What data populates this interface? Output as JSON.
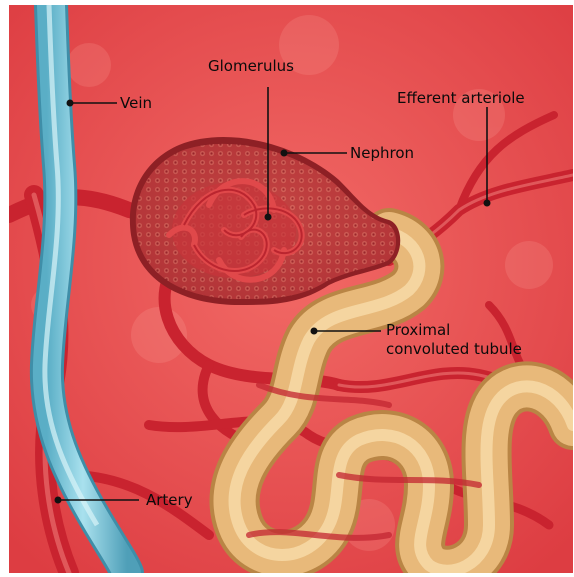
{
  "labels": {
    "vein": "Vein",
    "glomerulus": "Glomerulus",
    "nephron": "Nephron",
    "efferent_arteriole": "Efferent arteriole",
    "proximal_line1": "Proximal",
    "proximal_line2": "convoluted tubule",
    "artery": "Artery"
  },
  "colors": {
    "background": "#ea4b4b",
    "vessel": "#d82a36",
    "vein": "#7cc6d9",
    "tubule": "#e9b97a",
    "capsule": "#b6363a"
  }
}
